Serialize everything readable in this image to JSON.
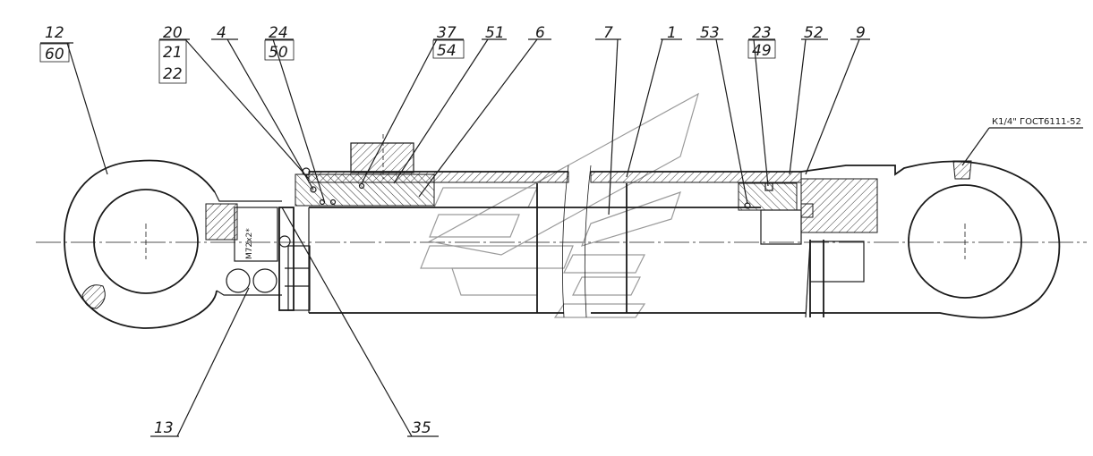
{
  "drawing": {
    "callouts": [
      {
        "id": "c12",
        "label": "12"
      },
      {
        "id": "c60",
        "label": "60"
      },
      {
        "id": "c20",
        "label": "20"
      },
      {
        "id": "c21",
        "label": "21"
      },
      {
        "id": "c22",
        "label": "22"
      },
      {
        "id": "c4",
        "label": "4"
      },
      {
        "id": "c24",
        "label": "24"
      },
      {
        "id": "c50",
        "label": "50"
      },
      {
        "id": "c37",
        "label": "37"
      },
      {
        "id": "c54",
        "label": "54"
      },
      {
        "id": "c51",
        "label": "51"
      },
      {
        "id": "c6",
        "label": "6"
      },
      {
        "id": "c7",
        "label": "7"
      },
      {
        "id": "c1",
        "label": "1"
      },
      {
        "id": "c53",
        "label": "53"
      },
      {
        "id": "c23",
        "label": "23"
      },
      {
        "id": "c49",
        "label": "49"
      },
      {
        "id": "c52",
        "label": "52"
      },
      {
        "id": "c9",
        "label": "9"
      },
      {
        "id": "c13",
        "label": "13"
      },
      {
        "id": "c35",
        "label": "35"
      }
    ],
    "port_note": "К1/4\" ГОСТ6111-52",
    "thread_note": "M72x2*"
  }
}
